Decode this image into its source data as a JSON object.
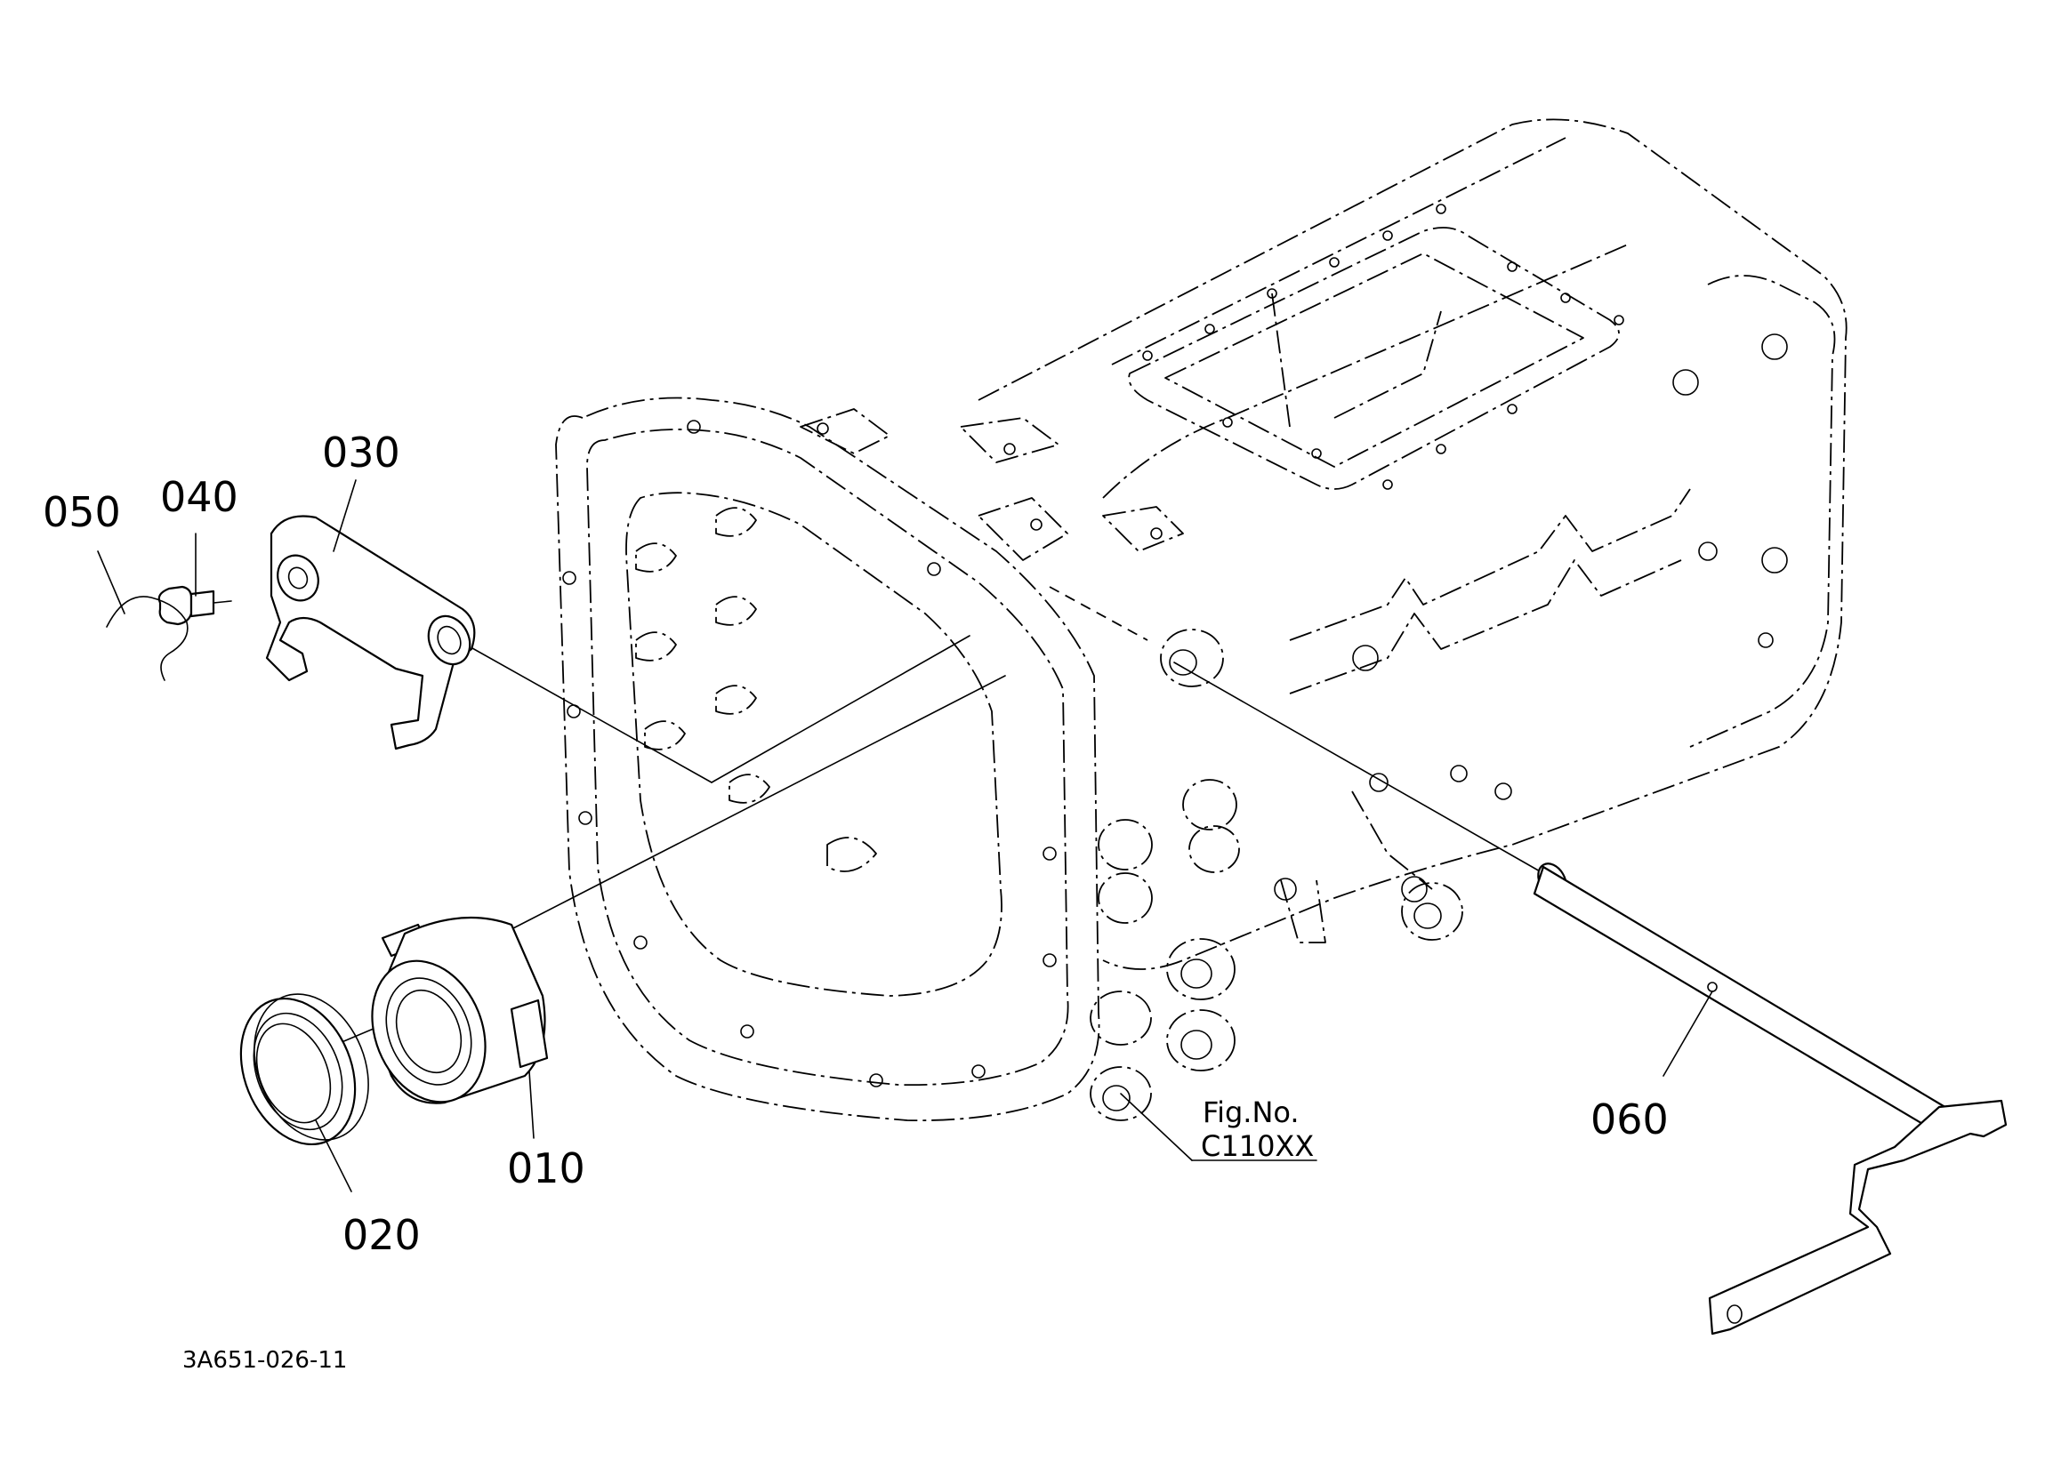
{
  "diagram": {
    "parts": [
      {
        "number": "010"
      },
      {
        "number": "020"
      },
      {
        "number": "030"
      },
      {
        "number": "040"
      },
      {
        "number": "050"
      },
      {
        "number": "060"
      }
    ],
    "figure_reference": {
      "prefix": "Fig.No.",
      "code": "C110XX"
    },
    "drawing_number": "3A651-026-11"
  }
}
